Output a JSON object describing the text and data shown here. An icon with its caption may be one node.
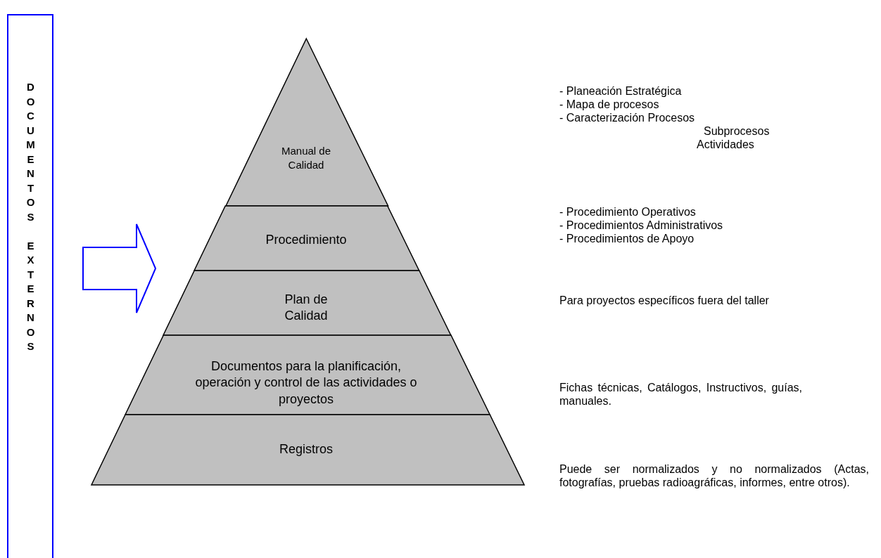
{
  "diagram": {
    "nodes": [
      {
        "text": [
          "DOCUMENTOS EXTERNOS"
        ]
      },
      {
        "text": [
          "Manual de Calidad"
        ]
      },
      {
        "text": [
          "Procedimiento"
        ]
      },
      {
        "text": [
          "Plan de Calidad"
        ]
      },
      {
        "text": [
          "Documentos para la planificación, operación y control de las actividades o proyectos"
        ]
      },
      {
        "text": [
          "Registros"
        ]
      }
    ],
    "labels": [
      "- Planeación Estratégica",
      "- Mapa de procesos",
      "- Caracterización Procesos",
      "Subprocesos",
      "Actividades",
      "- Procedimiento Operativos",
      "- Procedimientos Administrativos",
      "- Procedimientos de Apoyo",
      "Para proyectos específicos fuera del taller",
      "Fichas técnicas, Catálogos, Instructivos, guías, manuales.",
      "Puede ser normalizados y no normalizados (Actas, fotografías, pruebas radioagráficas, informes, entre otros)."
    ]
  }
}
